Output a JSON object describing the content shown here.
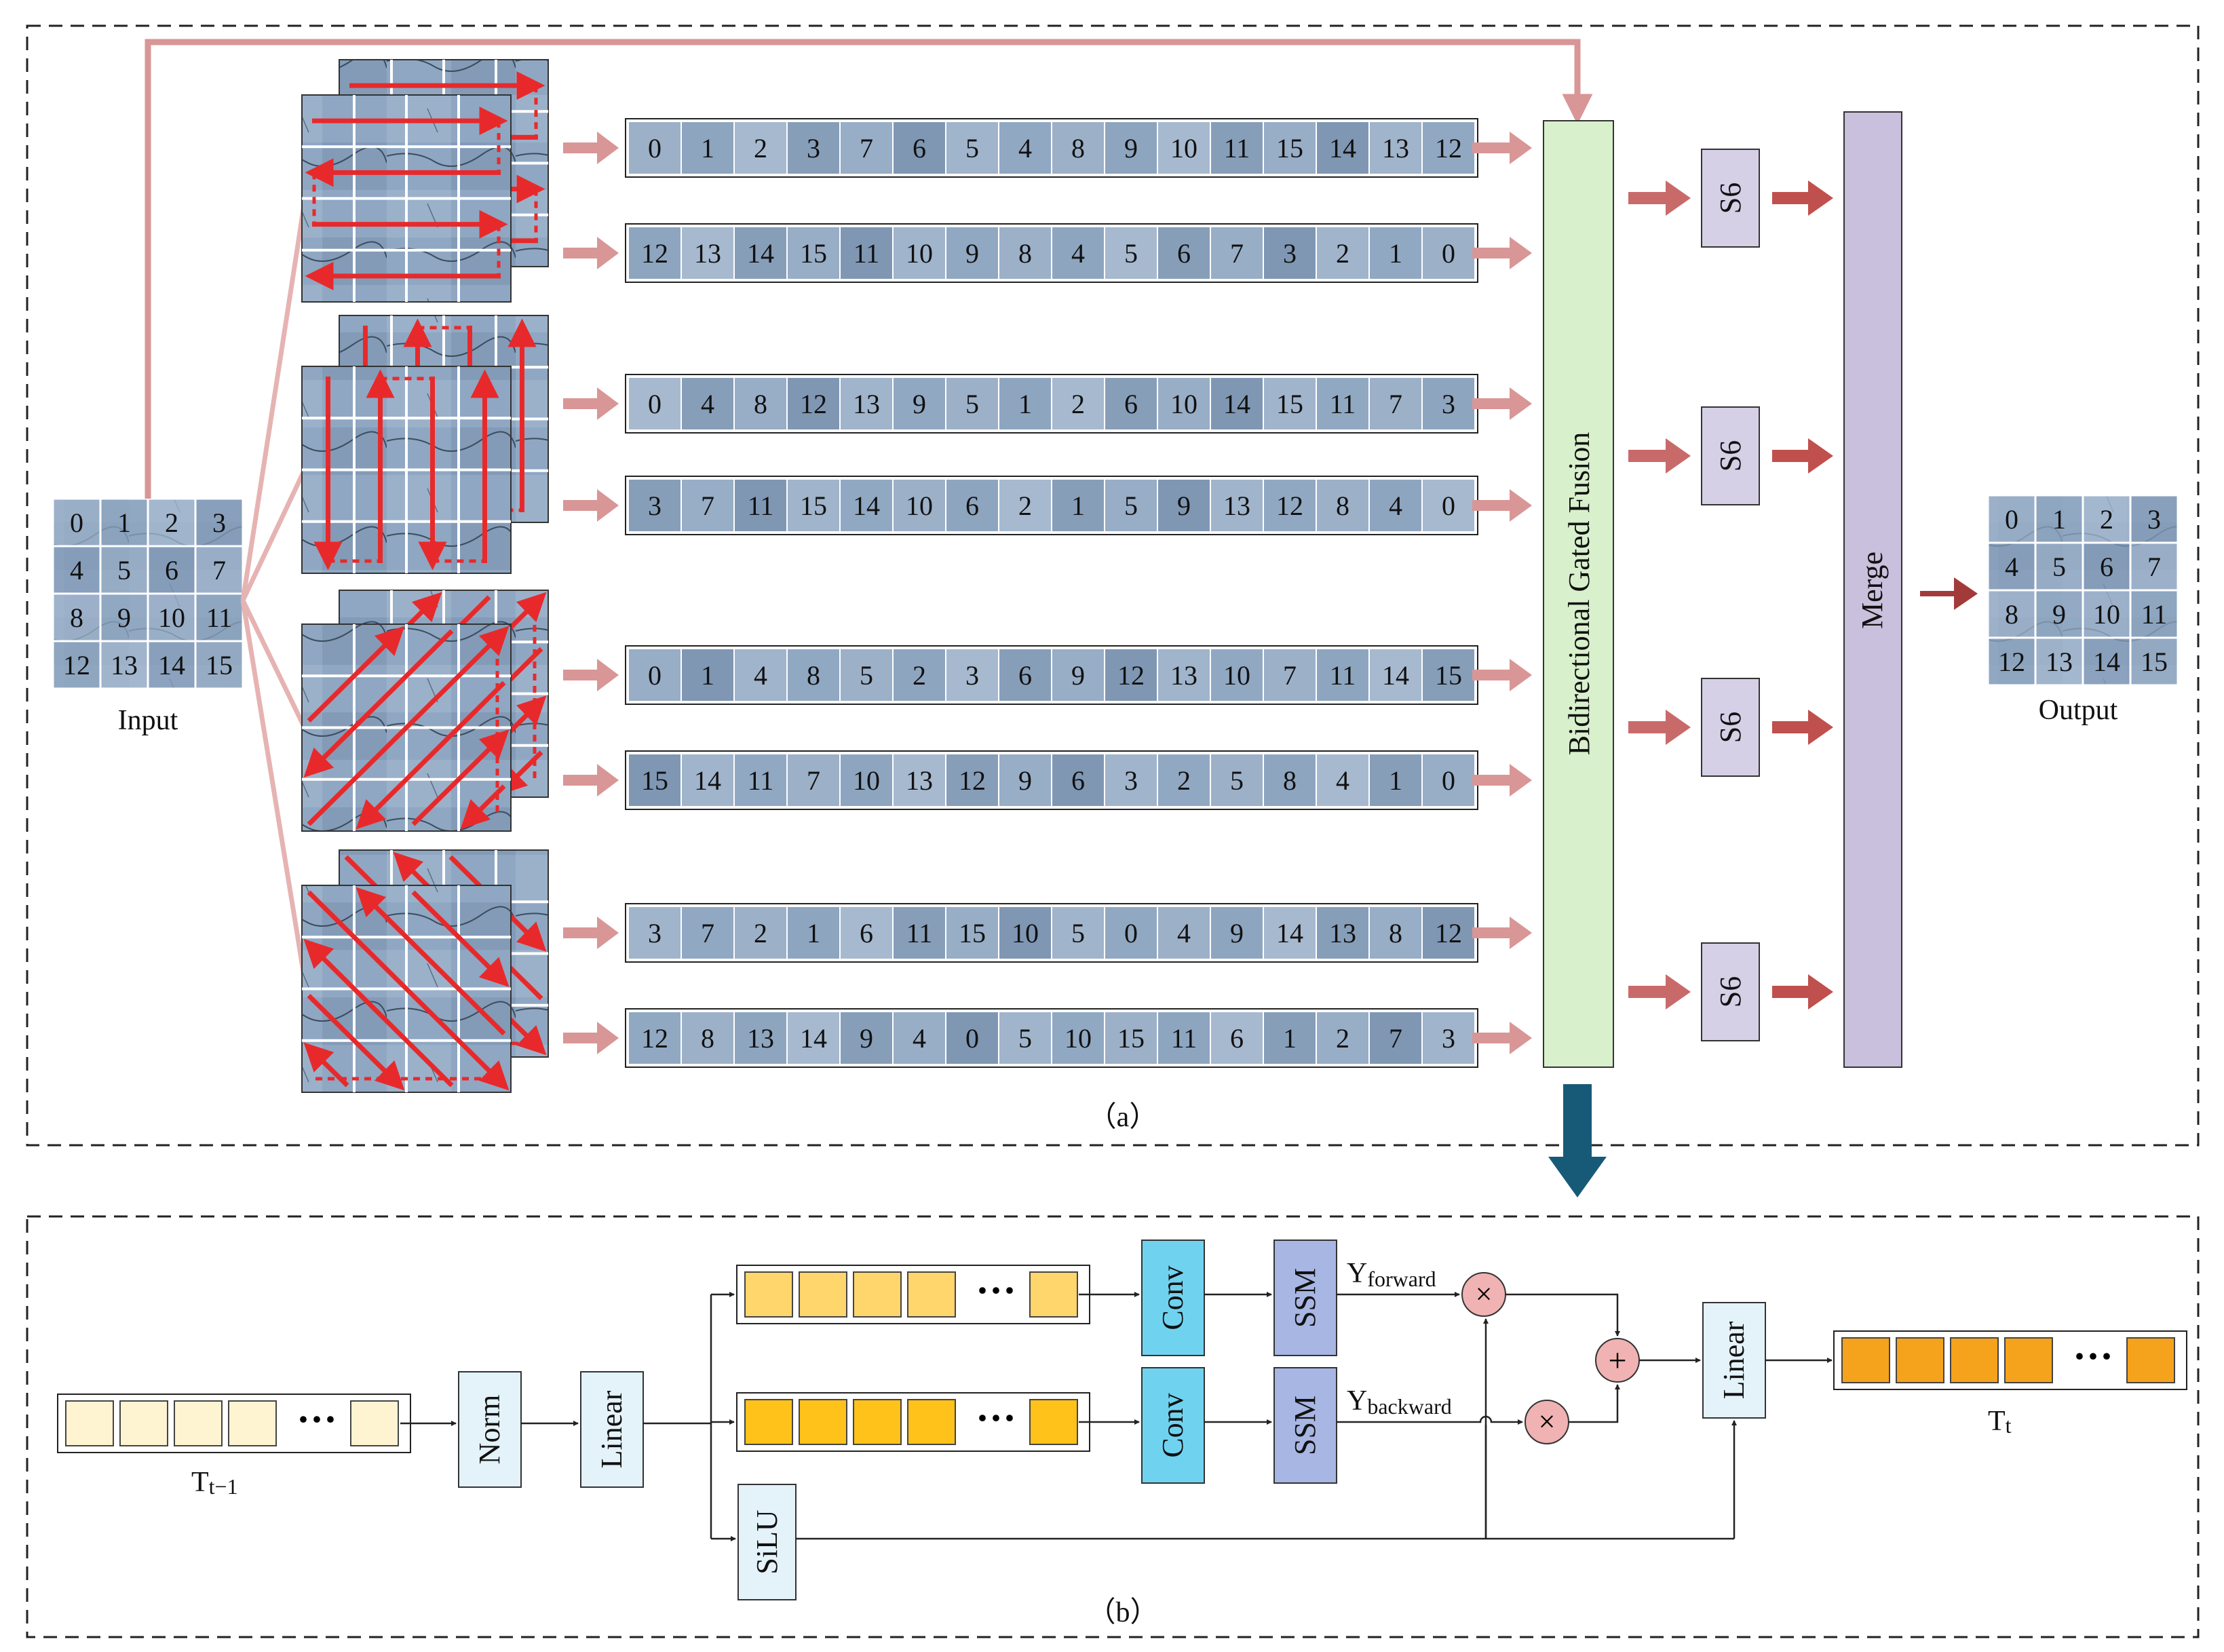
{
  "panel_a": {
    "caption": "（a）",
    "input_label": "Input",
    "output_label": "Output",
    "grid_values": [
      "0",
      "1",
      "2",
      "3",
      "4",
      "5",
      "6",
      "7",
      "8",
      "9",
      "10",
      "11",
      "12",
      "13",
      "14",
      "15"
    ],
    "fusion_label": "Bidirectional Gated Fusion",
    "s6_label": "S6",
    "merge_label": "Merge",
    "sequences": [
      [
        "0",
        "1",
        "2",
        "3",
        "7",
        "6",
        "5",
        "4",
        "8",
        "9",
        "10",
        "11",
        "15",
        "14",
        "13",
        "12"
      ],
      [
        "12",
        "13",
        "14",
        "15",
        "11",
        "10",
        "9",
        "8",
        "4",
        "5",
        "6",
        "7",
        "3",
        "2",
        "1",
        "0"
      ],
      [
        "0",
        "4",
        "8",
        "12",
        "13",
        "9",
        "5",
        "1",
        "2",
        "6",
        "10",
        "14",
        "15",
        "11",
        "7",
        "3"
      ],
      [
        "3",
        "7",
        "11",
        "15",
        "14",
        "10",
        "6",
        "2",
        "1",
        "5",
        "9",
        "13",
        "12",
        "8",
        "4",
        "0"
      ],
      [
        "0",
        "1",
        "4",
        "8",
        "5",
        "2",
        "3",
        "6",
        "9",
        "12",
        "13",
        "10",
        "7",
        "11",
        "14",
        "15"
      ],
      [
        "15",
        "14",
        "11",
        "7",
        "10",
        "13",
        "12",
        "9",
        "6",
        "3",
        "2",
        "5",
        "8",
        "4",
        "1",
        "0"
      ],
      [
        "3",
        "7",
        "2",
        "1",
        "6",
        "11",
        "15",
        "10",
        "5",
        "0",
        "4",
        "9",
        "14",
        "13",
        "8",
        "12"
      ],
      [
        "12",
        "8",
        "13",
        "14",
        "9",
        "4",
        "0",
        "5",
        "10",
        "15",
        "11",
        "6",
        "1",
        "2",
        "7",
        "3"
      ]
    ]
  },
  "panel_b": {
    "caption": "（b）",
    "input_token": "T",
    "input_sub": "t−1",
    "output_token": "T",
    "output_sub": "t",
    "ellipsis": "···",
    "norm": "Norm",
    "linear": "Linear",
    "silu": "SiLU",
    "conv": "Conv",
    "ssm": "SSM",
    "y_letter": "Y",
    "y_forward_sub": "forward",
    "y_backward_sub": "backward",
    "times": "×",
    "plus": "+"
  },
  "colors": {
    "scan_arrow": "#e8292b",
    "pink_arrow": "#d99696",
    "fusion_fill": "#d8f0cc",
    "s6_fill": "#d5d0e6",
    "merge_fill": "#c8c0dc",
    "conv_fill": "#6fd3f0",
    "ssm_fill": "#a7b6e3",
    "light_box": "#e4f2fa",
    "down_arrow": "#175a78",
    "token_in": "#fff4d2",
    "token_fwd": "#ffd66b",
    "token_bwd": "#ffc21a",
    "token_out": "#f5a21c",
    "op_fill": "#f0b2b2"
  }
}
